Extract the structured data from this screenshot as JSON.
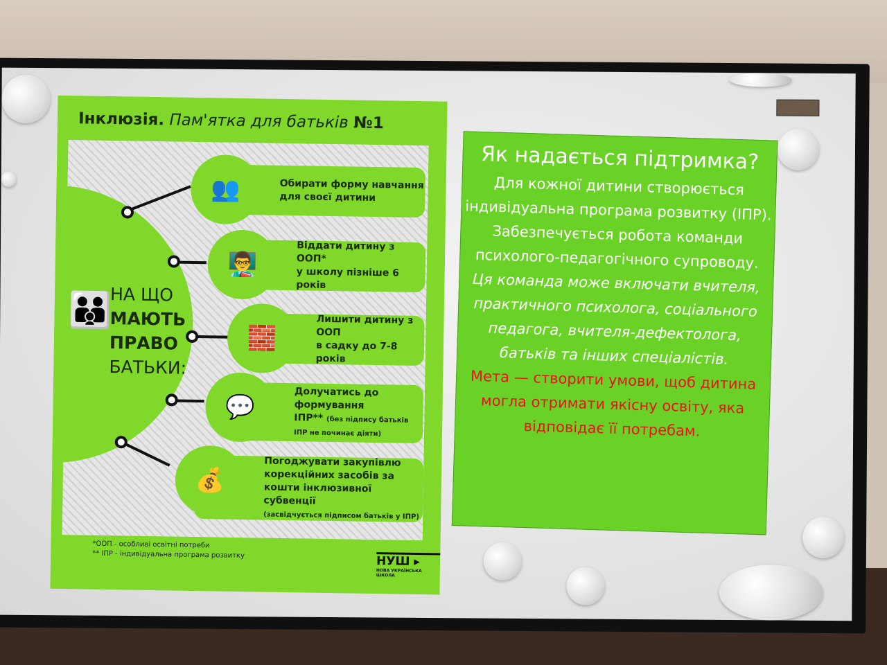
{
  "poster": {
    "title_bold": "Інклюзія.",
    "title_italic": "Пам'ятка для батьків",
    "title_num": "№1",
    "left_label": [
      "НА ЩО",
      "МАЮТЬ",
      "ПРАВО",
      "БАТЬКИ:"
    ],
    "items": [
      {
        "icon": "meeting-icon",
        "line1": "Обирати форму навчання",
        "line2": "для своєї дитини",
        "note": ""
      },
      {
        "icon": "teacher-icon",
        "line1": "Віддати дитину з ООП*",
        "line2": "у школу пізніше 6 років",
        "note": ""
      },
      {
        "icon": "blocks-icon",
        "line1": "Лишити дитину з ООП",
        "line2": "в садку до 7-8 років",
        "note": ""
      },
      {
        "icon": "discussion-icon",
        "line1": "Долучатись до формування",
        "line2": "ІПР**",
        "note": "(без підпису батьків ІПР не починає діяти)"
      },
      {
        "icon": "money-bag-icon",
        "line1": "Погоджувати закупівлю",
        "line2": "корекційних засобів за кошти інклюзивної субвенції",
        "note": "(засвідчується підписом батьків у ІПР)"
      }
    ],
    "footnotes": [
      "*ООП - особливі освітні потреби",
      "** ІПР - індивідуальна програма розвитку"
    ],
    "logo": "НУШ",
    "logo_sub": "НОВА УКРАЇНСЬКА ШКОЛА"
  },
  "support": {
    "title": "Як надається підтримка?",
    "p1": "Для кожної дитини створюється індивідуальна програма розвитку (ІПР).",
    "p2": "Забезпечується робота команди психолого-педагогічного супроводу.",
    "p3": "Ця команда може включати вчителя, практичного психолога, соціального педагога, вчителя-дефектолога, батьків та інших спеціалістів.",
    "p4": "Мета — створити умови, щоб дитина могла отримати якісну освіту, яка відповідає її потребам."
  },
  "colors": {
    "poster_green": "#7fd82a",
    "box_green": "#6ad227",
    "goal_red": "#e8141a"
  }
}
